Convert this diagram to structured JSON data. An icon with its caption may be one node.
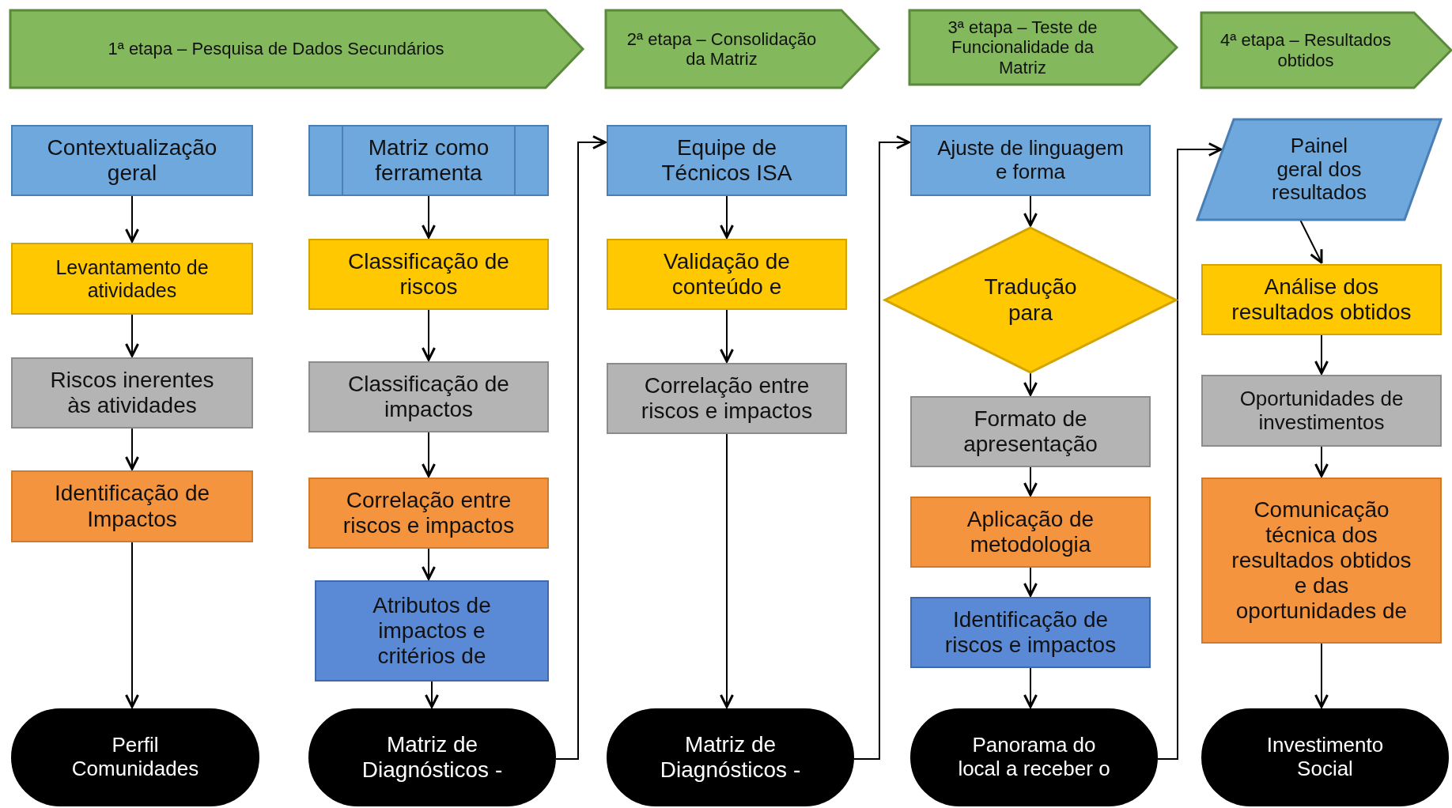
{
  "diagram": {
    "nodes": [
      {
        "text": [
          "1ª etapa – Pesquisa de Dados Secundários"
        ]
      },
      {
        "text": [
          "2ª etapa – Consolidação da Matriz"
        ]
      },
      {
        "text": [
          "3ª etapa – Teste de Funcionalidade da Matriz"
        ]
      },
      {
        "text": [
          "4ª etapa – Resultados obtidos"
        ]
      },
      {
        "text": [
          "Contextualização geral"
        ]
      },
      {
        "text": [
          "Levantamento de atividades"
        ]
      },
      {
        "text": [
          "Riscos inerentes às atividades"
        ]
      },
      {
        "text": [
          "Identificação de Impactos"
        ]
      },
      {
        "text": [
          "Perfil Comunidades"
        ]
      },
      {
        "text": [
          "Matriz como ferramenta"
        ]
      },
      {
        "text": [
          "Classificação de riscos"
        ]
      },
      {
        "text": [
          "Classificação de impactos"
        ]
      },
      {
        "text": [
          "Correlação entre riscos e impactos"
        ]
      },
      {
        "text": [
          "Atributos de impactos e critérios de"
        ]
      },
      {
        "text": [
          "Matriz de Diagnósticos -"
        ]
      },
      {
        "text": [
          "Equipe de Técnicos ISA"
        ]
      },
      {
        "text": [
          "Validação de conteúdo e"
        ]
      },
      {
        "text": [
          "Correlação entre riscos e impactos"
        ]
      },
      {
        "text": [
          "Matriz de Diagnósticos -"
        ]
      },
      {
        "text": [
          "Ajuste de linguagem e forma"
        ]
      },
      {
        "text": [
          "Tradução para"
        ]
      },
      {
        "text": [
          "Formato de apresentação"
        ]
      },
      {
        "text": [
          "Aplicação de metodologia"
        ]
      },
      {
        "text": [
          "Identificação de riscos e impactos"
        ]
      },
      {
        "text": [
          "Panorama do local a receber o"
        ]
      },
      {
        "text": [
          "Painel geral dos resultados"
        ]
      },
      {
        "text": [
          "Análise dos resultados obtidos"
        ]
      },
      {
        "text": [
          "Oportunidades de investimentos"
        ]
      },
      {
        "text": [
          "Comunicação técnica dos resultados obtidos e das oportunidades de"
        ]
      },
      {
        "text": [
          "Investimento Social"
        ]
      }
    ],
    "edges": [
      {
        "from": 4,
        "to": 5,
        "arrow": "to"
      },
      {
        "from": 5,
        "to": 6,
        "arrow": "to"
      },
      {
        "from": 6,
        "to": 7,
        "arrow": "to"
      },
      {
        "from": 7,
        "to": 8,
        "arrow": "to"
      },
      {
        "from": 9,
        "to": 10,
        "arrow": "to"
      },
      {
        "from": 10,
        "to": 11,
        "arrow": "to"
      },
      {
        "from": 11,
        "to": 12,
        "arrow": "to"
      },
      {
        "from": 12,
        "to": 13,
        "arrow": "to"
      },
      {
        "from": 13,
        "to": 14,
        "arrow": "to"
      },
      {
        "from": 14,
        "to": 15,
        "arrow": "to"
      },
      {
        "from": 15,
        "to": 16,
        "arrow": "to"
      },
      {
        "from": 16,
        "to": 17,
        "arrow": "to"
      },
      {
        "from": 17,
        "to": 18,
        "arrow": "to"
      },
      {
        "from": 18,
        "to": 19,
        "arrow": "to"
      },
      {
        "from": 19,
        "to": 20,
        "arrow": "to"
      },
      {
        "from": 20,
        "to": 21,
        "arrow": "to"
      },
      {
        "from": 21,
        "to": 22,
        "arrow": "to"
      },
      {
        "from": 22,
        "to": 23,
        "arrow": "to"
      },
      {
        "from": 23,
        "to": 24,
        "arrow": "to"
      },
      {
        "from": 24,
        "to": 25,
        "arrow": "to"
      },
      {
        "from": 25,
        "to": 26,
        "arrow": "to"
      },
      {
        "from": 26,
        "to": 27,
        "arrow": "to"
      },
      {
        "from": 27,
        "to": 28,
        "arrow": "to"
      },
      {
        "from": 28,
        "to": 29,
        "arrow": "to"
      }
    ]
  }
}
